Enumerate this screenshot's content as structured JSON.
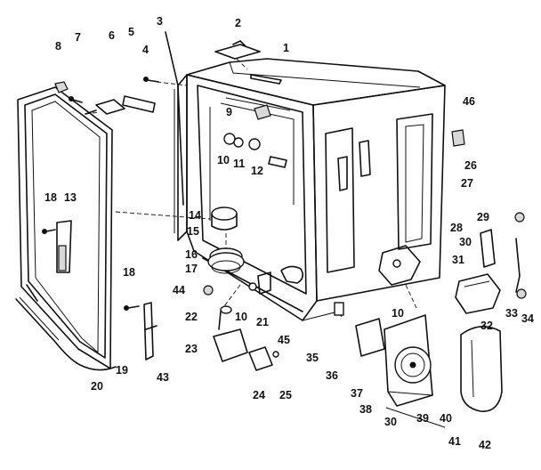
{
  "labels": [
    "1",
    "2",
    "3",
    "4",
    "5",
    "6",
    "7",
    "8",
    "9",
    "10",
    "11",
    "12",
    "13",
    "14",
    "15",
    "16",
    "17",
    "18",
    "18",
    "19",
    "20",
    "21",
    "22",
    "23",
    "24",
    "25",
    "26",
    "27",
    "28",
    "29",
    "30",
    "31",
    "32",
    "33",
    "34",
    "35",
    "36",
    "37",
    "38",
    "30",
    "39",
    "40",
    "41",
    "42",
    "43",
    "44",
    "45",
    "46",
    "10",
    "10"
  ]
}
